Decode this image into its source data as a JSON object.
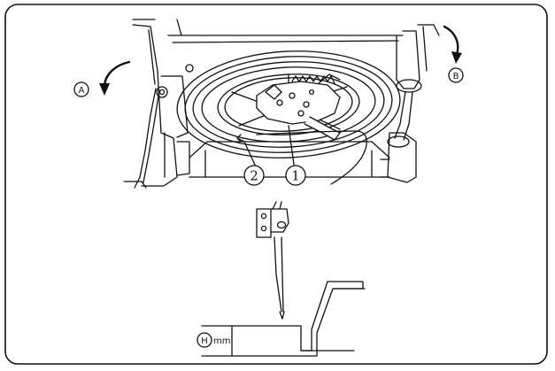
{
  "labels": {
    "arrow_a": "A",
    "arrow_b": "B",
    "callout_1": "1",
    "callout_2": "2",
    "dim_h": "H",
    "dim_unit": "mm"
  },
  "colors": {
    "ink": "#111111",
    "paper": "#ffffff"
  }
}
